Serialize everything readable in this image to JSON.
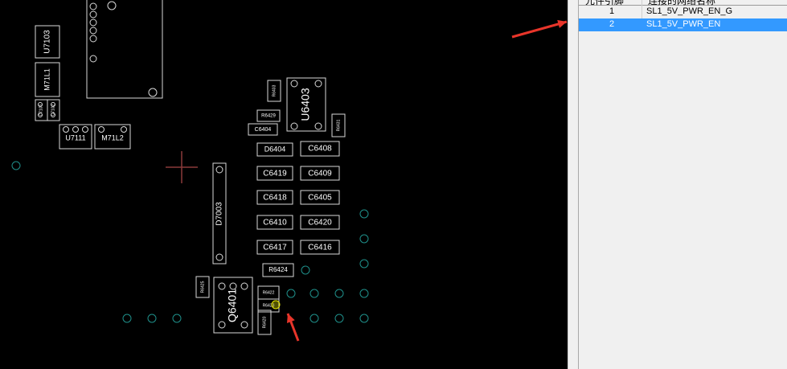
{
  "board": {
    "components": [
      {
        "name": "U7103",
        "label": "U7103",
        "rot": -90
      },
      {
        "name": "M71L1",
        "label": "M71L1",
        "rot": -90
      },
      {
        "name": "C7101",
        "label": "C7101",
        "rot": -90
      },
      {
        "name": "C7102",
        "label": "C7102",
        "rot": -90
      },
      {
        "name": "U7111",
        "label": "U7111",
        "rot": 0
      },
      {
        "name": "M71L2",
        "label": "M71L2",
        "rot": 0
      },
      {
        "name": "R6403",
        "label": "R6403",
        "rot": -90
      },
      {
        "name": "U6403",
        "label": "U6403",
        "rot": -90
      },
      {
        "name": "R6429",
        "label": "R6429",
        "rot": 0
      },
      {
        "name": "C6404",
        "label": "C6404",
        "rot": 0
      },
      {
        "name": "R6431",
        "label": "R6431",
        "rot": -90
      },
      {
        "name": "D6404",
        "label": "D6404",
        "rot": 0
      },
      {
        "name": "C6408",
        "label": "C6408",
        "rot": 0
      },
      {
        "name": "C6419",
        "label": "C6419",
        "rot": 0
      },
      {
        "name": "C6409",
        "label": "C6409",
        "rot": 0
      },
      {
        "name": "C6418",
        "label": "C6418",
        "rot": 0
      },
      {
        "name": "C6405",
        "label": "C6405",
        "rot": 0
      },
      {
        "name": "C6410",
        "label": "C6410",
        "rot": 0
      },
      {
        "name": "C6420",
        "label": "C6420",
        "rot": 0
      },
      {
        "name": "C6417",
        "label": "C6417",
        "rot": 0
      },
      {
        "name": "C6416",
        "label": "C6416",
        "rot": 0
      },
      {
        "name": "D7003",
        "label": "D7003",
        "rot": -90
      },
      {
        "name": "R6424",
        "label": "R6424",
        "rot": 0
      },
      {
        "name": "R6425",
        "label": "R6425",
        "rot": -90
      },
      {
        "name": "Q6401",
        "label": "Q6401",
        "rot": -90
      },
      {
        "name": "R6422",
        "label": "R6422",
        "rot": 0
      },
      {
        "name": "R6423",
        "label": "R6423",
        "rot": 0
      },
      {
        "name": "R6420",
        "label": "R6420",
        "rot": -90
      }
    ],
    "pad_color": "#1f8f8a",
    "outline_color": "#d8d8d8",
    "highlight_color": "#e6e600",
    "cursor_color": "#8a3a3a",
    "arrow_color": "#e8352a"
  },
  "net_panel": {
    "header": {
      "col1": "元件引脚",
      "col2": "连接的网络名称"
    },
    "rows": [
      {
        "pin": "1",
        "net": "SL1_5V_PWR_EN_G",
        "selected": false
      },
      {
        "pin": "2",
        "net": "SL1_5V_PWR_EN",
        "selected": true
      }
    ],
    "selection_color": "#3399ff"
  }
}
